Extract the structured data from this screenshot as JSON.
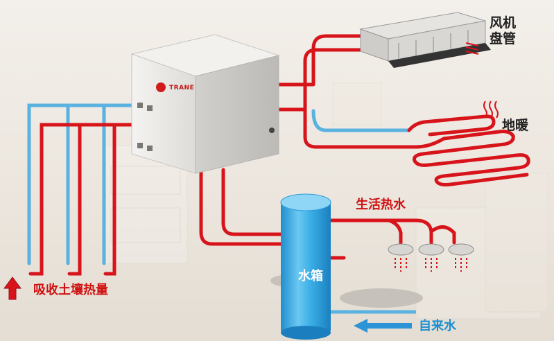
{
  "labels": {
    "fan_coil_line1": "风机",
    "fan_coil_line2": "盘管",
    "floor_heating": "地暖",
    "domestic_hot_water": "生活热水",
    "absorb_ground_heat": "吸收土壤热量",
    "tap_water": "自来水",
    "water_tank": "水箱",
    "brand": "TRANE"
  },
  "colors": {
    "hot_pipe": "#d8141b",
    "cold_pipe": "#5ab2e0",
    "tank": "#39a9e0",
    "unit_body": "#e8e6e2"
  },
  "icons": {
    "up_arrow": "red-up-arrow-icon",
    "left_arrow": "blue-left-arrow-icon",
    "heat_waves": "heat-waves-icon"
  }
}
